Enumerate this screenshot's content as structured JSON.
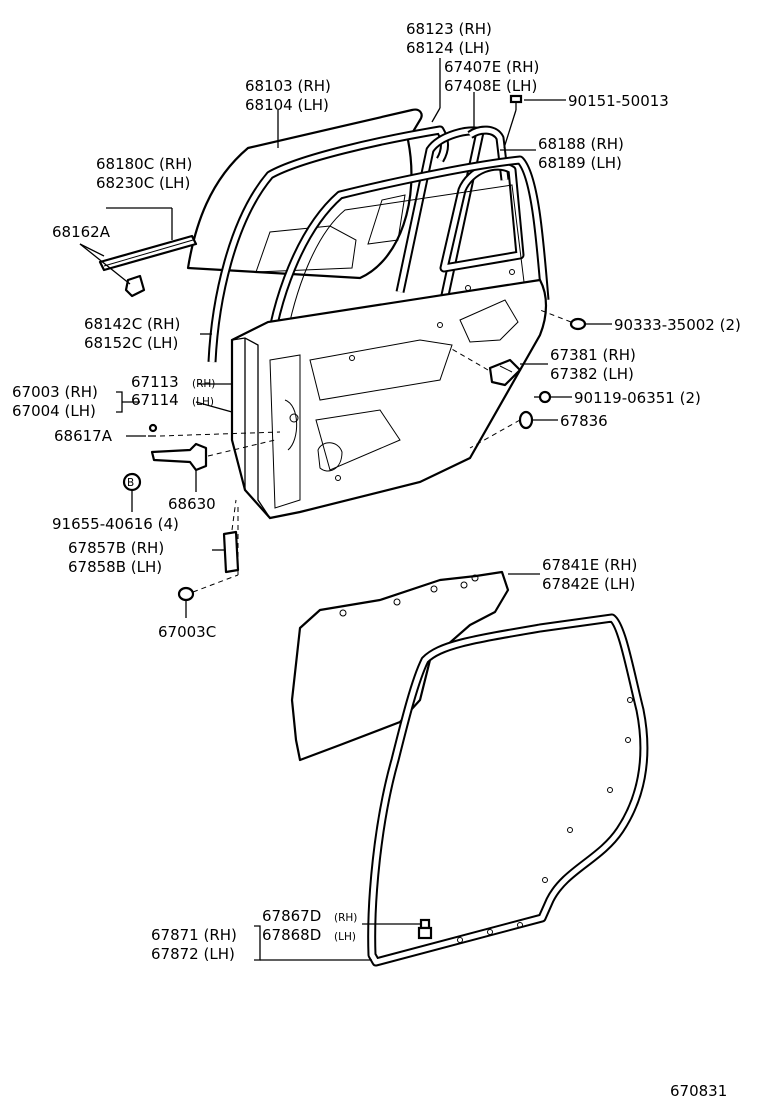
{
  "diagram": {
    "labels": {
      "p68123": "68123 (RH)",
      "p68124": "68124 (LH)",
      "p68103": "68103 (RH)",
      "p68104": "68104 (LH)",
      "p67407e": "67407E (RH)",
      "p67408e": "67408E (LH)",
      "p90151": "90151-50013",
      "p68188": "68188 (RH)",
      "p68189": "68189 (LH)",
      "p68180c": "68180C (RH)",
      "p68230c": "68230C (LH)",
      "p68162a": "68162A",
      "p68142c": "68142C (RH)",
      "p68152c": "68152C (LH)",
      "p90333": "90333-35002 (2)",
      "p67381": "67381 (RH)",
      "p67382": "67382 (LH)",
      "p67003": "67003 (RH)",
      "p67004": "67004 (LH)",
      "p67113": "67113",
      "p67114": "67114",
      "p67113_side": "(RH)",
      "p67114_side": "(LH)",
      "p90119": "90119-06351 (2)",
      "p68617a": "68617A",
      "p67836": "67836",
      "p68630": "68630",
      "p91655": "91655-40616 (4)",
      "p67857b": "67857B (RH)",
      "p67858b": "67858B (LH)",
      "p67003c": "67003C",
      "p67841e": "67841E (RH)",
      "p67842e": "67842E (LH)",
      "p67867d": "67867D",
      "p67868d": "67868D",
      "p67867d_side": "(RH)",
      "p67868d_side": "(LH)",
      "p67871": "67871 (RH)",
      "p67872": "67872 (LH)",
      "circle_b": "B",
      "figure_id": "670831"
    }
  }
}
